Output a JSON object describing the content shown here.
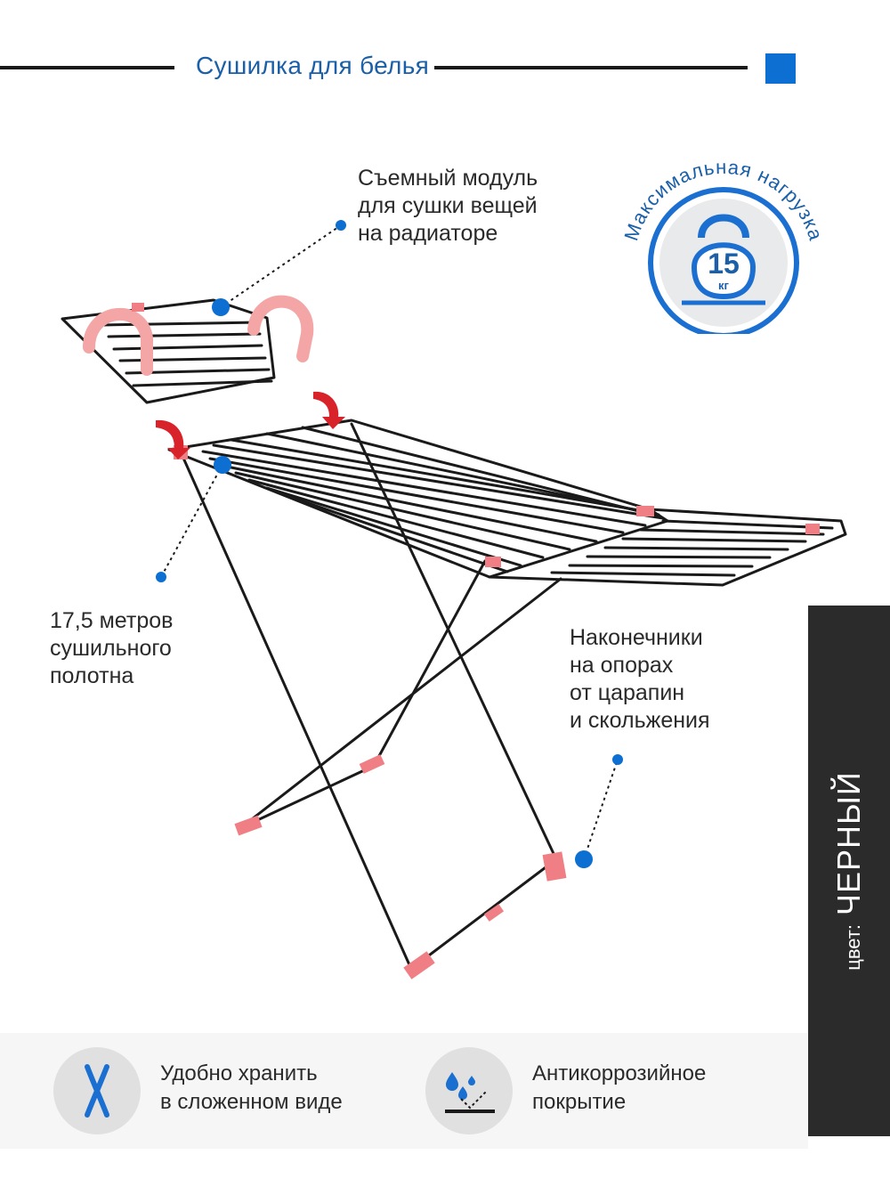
{
  "header": {
    "title": "Сушилка для белья"
  },
  "colors": {
    "brand_blue": "#0d6fd1",
    "rail_black": "#1a1a1a",
    "accent_pink": "#f08a8a",
    "panel_dark": "#2b2b2b"
  },
  "callouts": {
    "removable_module": [
      "Съемный модуль",
      "для сушки вещей",
      "на радиаторе"
    ],
    "drying_length": [
      "17,5 метров",
      "сушильного",
      "полотна"
    ],
    "leg_tips": [
      "Наконечники",
      "на опорах",
      "от царапин",
      "и скольжения"
    ]
  },
  "badge": {
    "arc_text": "Максимальная нагрузка",
    "value": "15",
    "unit": "кг",
    "icon": "kettlebell-icon"
  },
  "color_panel": {
    "label": "цвет:",
    "value": "ЧЕРНЫЙ"
  },
  "features": [
    {
      "icon": "folded-x-icon",
      "lines": [
        "Удобно хранить",
        "в сложенном виде"
      ]
    },
    {
      "icon": "water-drops-icon",
      "lines": [
        "Антикоррозийное",
        "покрытие"
      ]
    }
  ]
}
